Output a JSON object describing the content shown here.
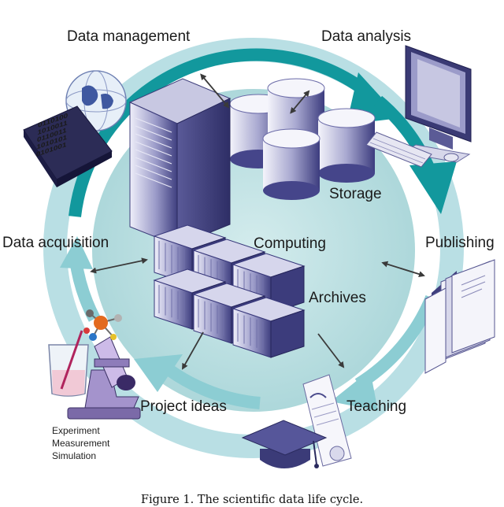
{
  "labels": {
    "data_management": "Data management",
    "data_analysis": "Data analysis",
    "storage": "Storage",
    "computing": "Computing",
    "archives": "Archives",
    "publishing": "Publishing",
    "data_acquisition": "Data acquisition",
    "teaching": "Teaching",
    "project_ideas": "Project ideas"
  },
  "experiment_lines": [
    "Experiment",
    "Measurement",
    "Simulation"
  ],
  "caption": "Figure 1.   The scientific data life cycle.",
  "binary_rows": [
    "0110100",
    "1010011",
    "0110011",
    "1010101",
    "0101001"
  ],
  "colors": {
    "ring_light": "#b9dfe4",
    "ring_dark": "#0f979c",
    "center_disc": "#bfe2e4",
    "equipment": "#4b4b8c",
    "equipment_light": "#c9c9e2"
  },
  "icons": [
    "binary-tablet-icon",
    "globe-icon",
    "server-tower-icon",
    "storage-cylinder-icon",
    "archive-box-icon",
    "computer-monitor-icon",
    "keyboard-icon",
    "mouse-icon",
    "books-icon",
    "microscope-icon",
    "beaker-icon",
    "molecule-icon",
    "graduation-cap-icon",
    "certificate-icon"
  ]
}
